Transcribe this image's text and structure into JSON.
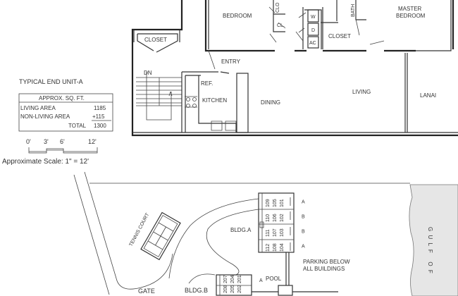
{
  "floor_plan": {
    "title": "TYPICAL END UNIT-A",
    "rooms": {
      "bedroom": "BEDROOM",
      "master_bedroom_line1": "MASTER",
      "master_bedroom_line2": "BEDROOM",
      "closet_hall": "CLOSET",
      "closet_master": "CLOSET",
      "closet_small_1": "CLO",
      "closet_small_2": "CL.",
      "bath": "BATH",
      "washer": "W",
      "dryer": "D",
      "ac": "AC",
      "entry": "ENTRY",
      "ref": "REF.",
      "kitchen": "KITCHEN",
      "dining": "DINING",
      "living": "LIVING",
      "lanai": "LANAI",
      "stairs_down": "DN"
    },
    "area_table": {
      "header": "APPROX. SQ. FT.",
      "living_label": "LIVING AREA",
      "living_value": "1185",
      "non_living_label": "NON-LIVING AREA",
      "non_living_value": "+115",
      "total_label": "TOTAL",
      "total_value": "1300"
    },
    "scale": {
      "ticks": [
        "0'",
        "3'",
        "6'",
        "12'"
      ],
      "caption": "Approximate Scale: 1\" = 12'"
    }
  },
  "site_plan": {
    "tennis_court": "TENNIS COURT",
    "building_a": {
      "label": "BLDG.A",
      "rows": [
        {
          "units": [
            "109",
            "105",
            "101"
          ],
          "type": "A"
        },
        {
          "units": [
            "110",
            "106",
            "102"
          ],
          "type": "B"
        },
        {
          "units": [
            "111",
            "107",
            "103"
          ],
          "type": "B"
        },
        {
          "units": [
            "112",
            "108",
            "104"
          ],
          "type": "A"
        }
      ]
    },
    "building_b": {
      "label": "BLDG.B",
      "rows": [
        {
          "units": [
            "207",
            "204",
            "201"
          ],
          "type": "A"
        },
        {
          "units": [
            "208",
            "205",
            "202"
          ],
          "type": ""
        }
      ]
    },
    "pool": "POOL",
    "parking_line1": "PARKING BELOW",
    "parking_line2": "ALL BUILDINGS",
    "gate": "GATE",
    "gulf": "G U L F   O F"
  }
}
